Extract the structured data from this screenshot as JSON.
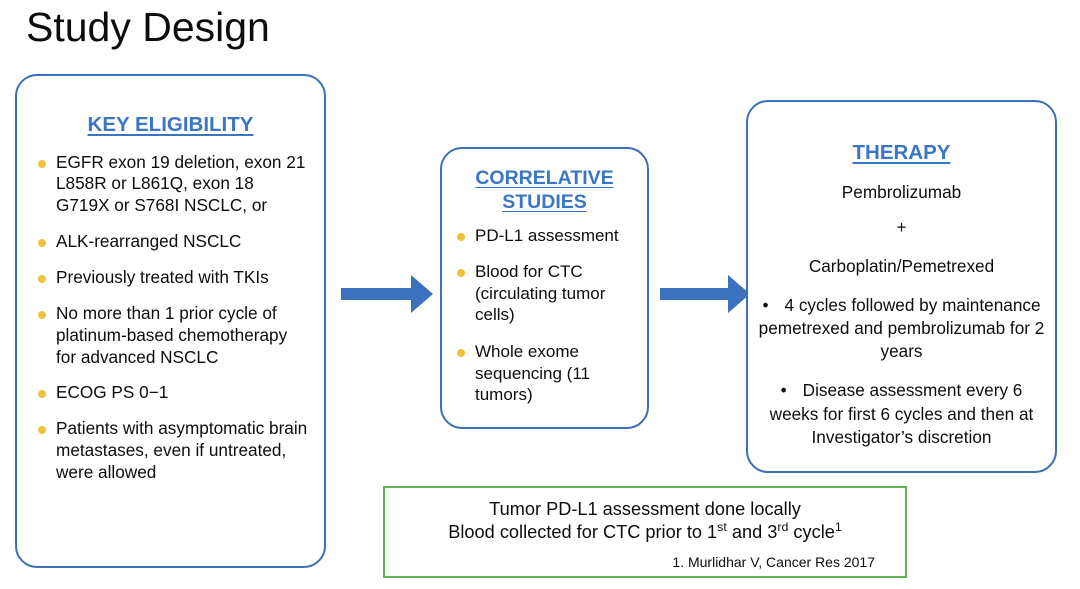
{
  "page": {
    "title": "Study Design"
  },
  "colors": {
    "box_border_blue": "#3b6fb6",
    "heading_blue": "#3a76c4",
    "bullet_amber": "#eec23c",
    "arrow_blue": "#3b72bd",
    "note_border_green": "#64b155"
  },
  "eligibility": {
    "heading": "KEY ELIGIBILITY",
    "items": [
      "EGFR exon 19 deletion, exon 21 L858R or L861Q, exon 18 G719X or S768I NSCLC, or",
      "ALK-rearranged NSCLC",
      "Previously treated with TKIs",
      "No more than 1 prior cycle of platinum-based chemotherapy for advanced NSCLC",
      "ECOG PS 0−1",
      "Patients with asymptomatic brain metastases, even if untreated, were allowed"
    ]
  },
  "correlative": {
    "heading": "CORRELATIVE STUDIES",
    "items": [
      "PD-L1 assessment",
      "Blood for CTC (circulating tumor cells)",
      "Whole exome sequencing (11 tumors)"
    ]
  },
  "therapy": {
    "heading": "THERAPY",
    "drug_1": "Pembrolizumab",
    "combiner": "+",
    "drug_2": "Carboplatin/Pemetrexed",
    "bullet_1": "4 cycles followed by maintenance pemetrexed and pembrolizumab for 2 years",
    "bullet_2": "Disease assessment every 6 weeks for first 6 cycles and then at Investigator’s discretion"
  },
  "note": {
    "line_1": "Tumor PD-L1 assessment done locally",
    "line_2_a": "Blood collected for CTC prior to 1",
    "line_2_sup_a": "st",
    "line_2_b": " and 3",
    "line_2_sup_b": "rd",
    "line_2_c": " cycle",
    "line_2_sup_c": "1",
    "reference": "1. Murlidhar V, Cancer Res 2017"
  },
  "arrows": {
    "arrow_1_name": "eligibility-to-correlative",
    "arrow_2_name": "correlative-to-therapy"
  }
}
